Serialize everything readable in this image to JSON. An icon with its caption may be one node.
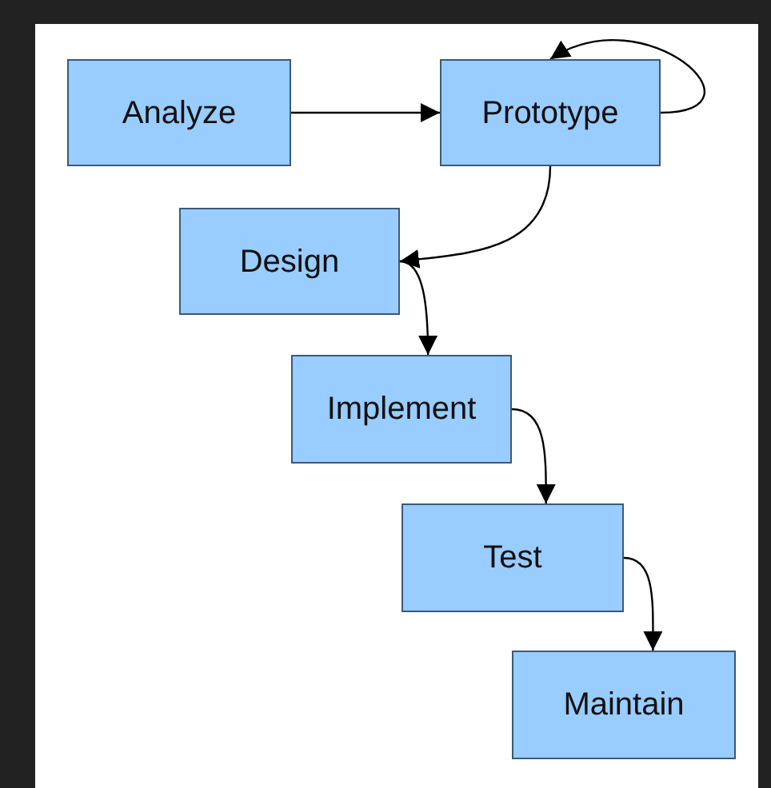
{
  "diagram": {
    "nodes": [
      {
        "text": [
          "Analyze"
        ]
      },
      {
        "text": [
          "Prototype"
        ]
      },
      {
        "text": [
          "Design"
        ]
      },
      {
        "text": [
          "Implement"
        ]
      },
      {
        "text": [
          "Test"
        ]
      },
      {
        "text": [
          "Maintain"
        ]
      }
    ],
    "edges": [
      {
        "from": 0,
        "to": 1,
        "arrow": "to"
      },
      {
        "from": 1,
        "to": 1,
        "arrow": "to"
      },
      {
        "from": 1,
        "to": 2,
        "arrow": "to"
      },
      {
        "from": 2,
        "to": 3,
        "arrow": "to"
      },
      {
        "from": 3,
        "to": 4,
        "arrow": "to"
      },
      {
        "from": 4,
        "to": 5,
        "arrow": "to"
      }
    ]
  }
}
